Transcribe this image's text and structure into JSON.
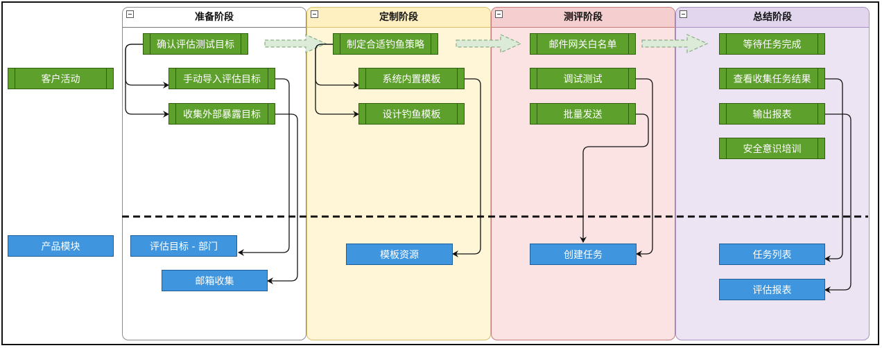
{
  "lanes": [
    {
      "title": "准备阶段"
    },
    {
      "title": "定制阶段"
    },
    {
      "title": "测评阶段"
    },
    {
      "title": "总结阶段"
    }
  ],
  "rows": {
    "activity": "客户活动",
    "module": "产品模块"
  },
  "activities": {
    "confirm_target": "确认评估测试目标",
    "manual_import": "手动导入评估目标",
    "collect_exposure": "收集外部暴露目标",
    "phishing_strategy": "制定合适钓鱼策略",
    "builtin_template": "系统内置模板",
    "design_template": "设计钓鱼模板",
    "gateway_whitelist": "邮件网关白名单",
    "debug_test": "调试测试",
    "batch_send": "批量发送",
    "wait_task": "等待任务完成",
    "view_results": "查看收集任务结果",
    "output_report": "输出报表",
    "security_training": "安全意识培训"
  },
  "modules": {
    "target_department": "评估目标 - 部门",
    "mailbox_collection": "邮箱收集",
    "template_resources": "模板资源",
    "create_task": "创建任务",
    "task_list": "任务列表",
    "eval_report": "评估报表"
  },
  "colors": {
    "activity_fill": "#5ea02c",
    "module_fill": "#3f96df",
    "lane1": "#ffffff",
    "lane2": "#fff6d8",
    "lane3": "#fbe3e3",
    "lane4": "#ece3f3"
  }
}
